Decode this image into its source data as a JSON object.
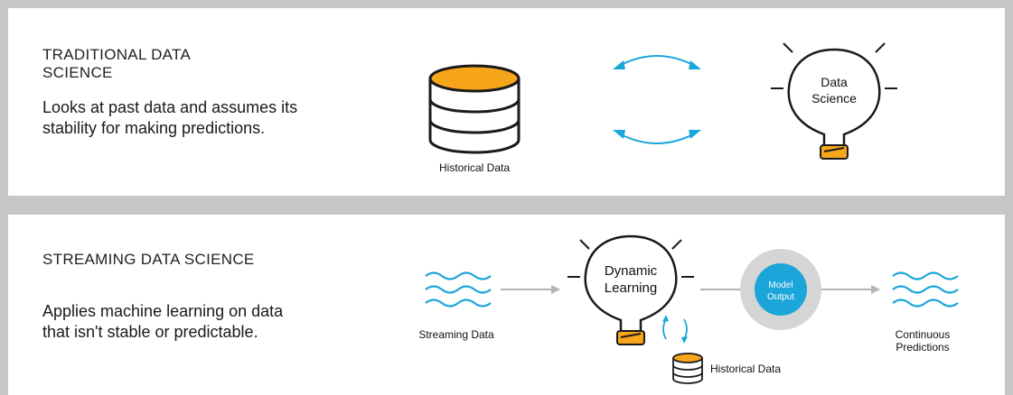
{
  "traditional": {
    "heading": "TRADITIONAL DATA SCIENCE",
    "description": "Looks at past data and assumes its stability for making predictions.",
    "database_label": "Historical Data",
    "bulb_label_line1": "Data",
    "bulb_label_line2": "Science"
  },
  "streaming": {
    "heading": "STREAMING DATA SCIENCE",
    "description": "Applies machine learning on data that isn't stable or predictable.",
    "stream_label": "Streaming Data",
    "bulb_label_line1": "Dynamic",
    "bulb_label_line2": "Learning",
    "model_label_line1": "Model",
    "model_label_line2": "Output",
    "history_label": "Historical Data",
    "predictions_label_line1": "Continuous",
    "predictions_label_line2": "Predictions"
  },
  "colors": {
    "orange": "#f7a51b",
    "blue": "#1aa6d9",
    "outline": "#1a1a1a",
    "gray_ring": "#d5d5d5",
    "arrow_gray": "#b4b4b4"
  },
  "icons": [
    "database-icon",
    "lightbulb-icon",
    "wave-icon",
    "bidirectional-arrow-icon",
    "model-output-icon"
  ]
}
